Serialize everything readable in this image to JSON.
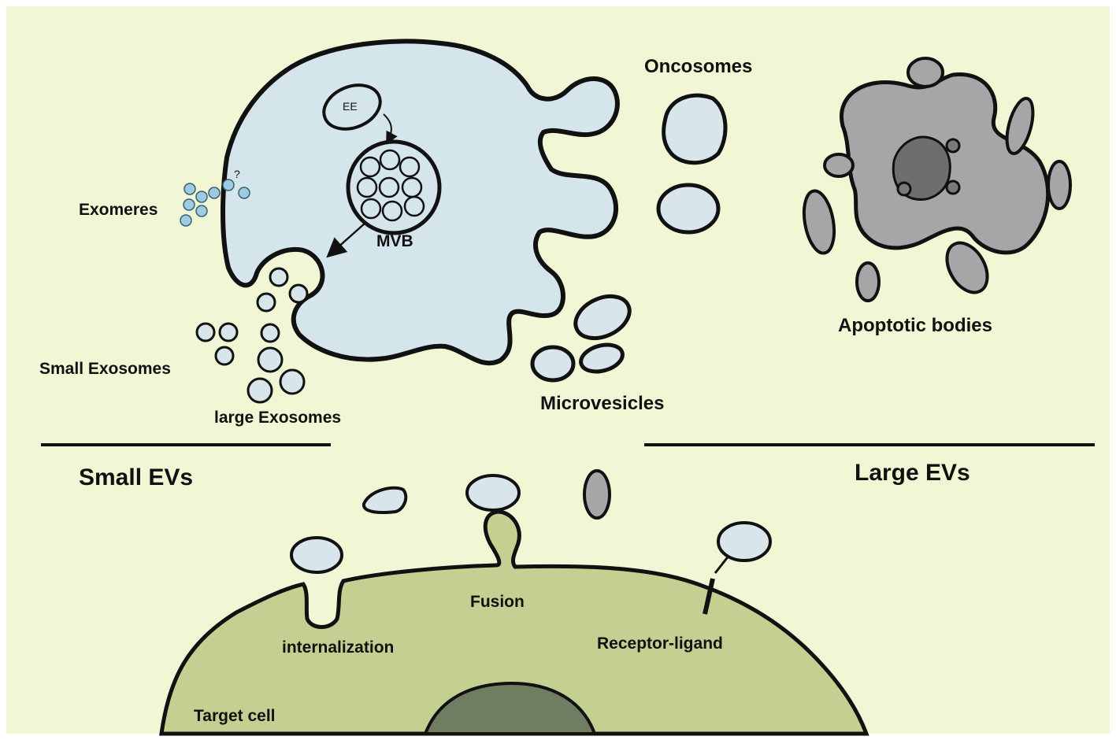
{
  "colors": {
    "background": "#f1f6d4",
    "outer_frame": "#ffffff",
    "cell_fill": "#d5e5ec",
    "vesicle_fill": "#d8e6ec",
    "exomere_fill": "#9fcbe1",
    "apoptotic_fill": "#a6a6a8",
    "apoptotic_core": "#6e6e70",
    "target_cell_fill": "#c4cf92",
    "nucleus_fill": "#6f7d60",
    "outline": "#111111"
  },
  "labels": {
    "ee": "EE",
    "mvb": "MVB",
    "question_mark": "?",
    "exomeres": "Exomeres",
    "small_exosomes": "Small Exosomes",
    "large_exosomes": "large Exosomes",
    "oncosomes": "Oncosomes",
    "microvesicles": "Microvesicles",
    "apoptotic_bodies": "Apoptotic bodies",
    "small_evs": "Small EVs",
    "large_evs": "Large EVs",
    "internalization": "internalization",
    "fusion": "Fusion",
    "receptor_ligand": "Receptor-ligand",
    "target_cell": "Target cell"
  },
  "icons": {
    "arrow_ee_to_mvb": "curved-arrow-icon",
    "arrow_mvb_to_membrane": "arrow-icon"
  }
}
